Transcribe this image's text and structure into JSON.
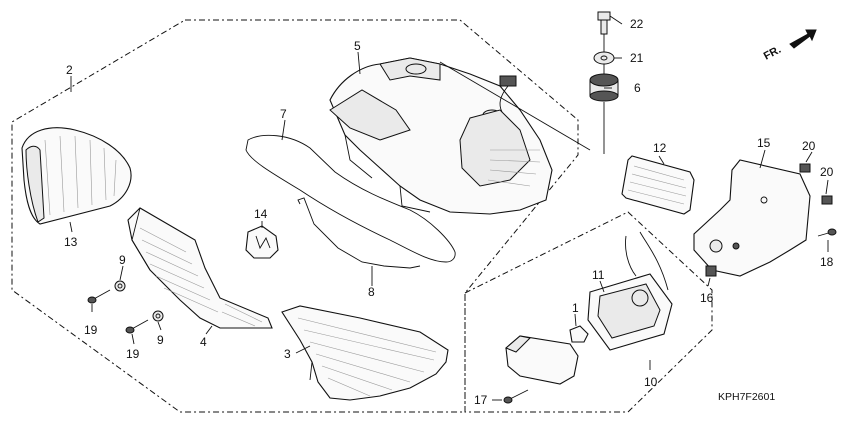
{
  "diagram": {
    "drawing_code": "KPH7F2601",
    "direction_mark": "FR.",
    "callouts": [
      {
        "id": "c1",
        "label": "1"
      },
      {
        "id": "c2",
        "label": "2"
      },
      {
        "id": "c3",
        "label": "3"
      },
      {
        "id": "c4",
        "label": "4"
      },
      {
        "id": "c5",
        "label": "5"
      },
      {
        "id": "c6",
        "label": "6"
      },
      {
        "id": "c7",
        "label": "7"
      },
      {
        "id": "c8",
        "label": "8"
      },
      {
        "id": "c9a",
        "label": "9"
      },
      {
        "id": "c9b",
        "label": "9"
      },
      {
        "id": "c10",
        "label": "10"
      },
      {
        "id": "c11",
        "label": "11"
      },
      {
        "id": "c12",
        "label": "12"
      },
      {
        "id": "c13",
        "label": "13"
      },
      {
        "id": "c14",
        "label": "14"
      },
      {
        "id": "c15",
        "label": "15"
      },
      {
        "id": "c16",
        "label": "16"
      },
      {
        "id": "c17",
        "label": "17"
      },
      {
        "id": "c18",
        "label": "18"
      },
      {
        "id": "c19a",
        "label": "19"
      },
      {
        "id": "c19b",
        "label": "19"
      },
      {
        "id": "c20a",
        "label": "20"
      },
      {
        "id": "c20b",
        "label": "20"
      },
      {
        "id": "c21",
        "label": "21"
      },
      {
        "id": "c22",
        "label": "22"
      }
    ]
  }
}
